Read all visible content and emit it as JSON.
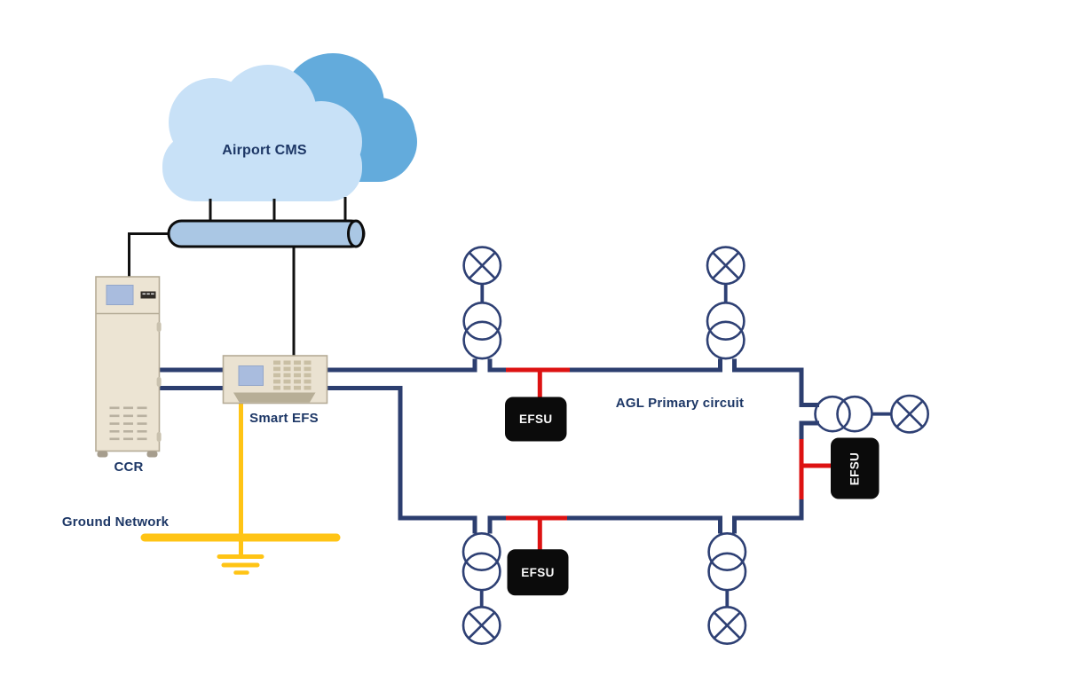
{
  "labels": {
    "airport_cms": "Airport CMS",
    "ccr": "CCR",
    "smart_efs": "Smart EFS",
    "ground_network": "Ground Network",
    "agl_primary_circuit": "AGL Primary circuit"
  },
  "efsu_units": [
    {
      "label": "EFSU",
      "location": "top-branch"
    },
    {
      "label": "EFSU",
      "location": "bottom-branch"
    },
    {
      "label": "EFSU",
      "location": "right-branch"
    }
  ],
  "components": {
    "lamp_count": 5,
    "series_transformer_count": 5,
    "efsu_count": 3
  },
  "icons": {
    "cloud": "cloud-icon",
    "bus": "network-bus-icon",
    "ccr_cabinet": "ccr-cabinet-icon",
    "smart_efs_device": "smart-efs-device-icon",
    "ground": "earth-ground-icon",
    "lamp": "lamp-icon",
    "transformer": "transformer-icon",
    "efsu_box": "efsu-box-icon"
  },
  "colors": {
    "circuit_line": "#2c3e6f",
    "efsu_tap": "#dd1212",
    "ground_yellow": "#ffc415",
    "cloud_front": "#c8e1f7",
    "cloud_back": "#63abdc",
    "bus_fill": "#aac7e4",
    "cabinet_fill": "#ece4d3",
    "screen_fill": "#a9bcde",
    "efsu_box": "#0b0b0b",
    "label_text": "#1d3766",
    "cable_black": "#111111"
  }
}
